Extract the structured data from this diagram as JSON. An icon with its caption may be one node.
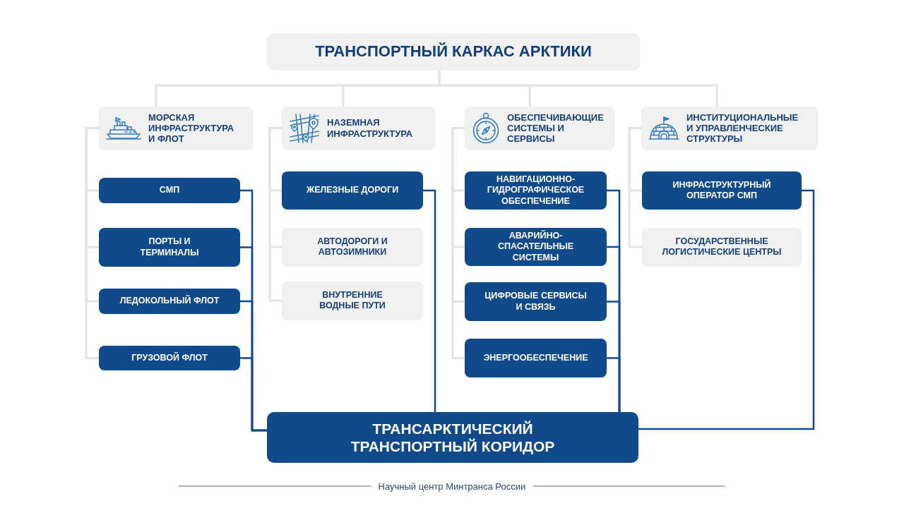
{
  "diagram": {
    "nodes": [
      {
        "text": [
          "ТРАНСПОРТНЫЙ КАРКАС АРКТИКИ"
        ]
      },
      {
        "text": [
          "МОРСКАЯ ИНФРАСТРУКТУРА И ФЛОТ"
        ]
      },
      {
        "text": [
          "НАЗЕМНАЯ ИНФРАСТРУКТУРА"
        ]
      },
      {
        "text": [
          "ОБЕСПЕЧИВАЮЩИЕ СИСТЕМЫ И СЕРВИСЫ"
        ]
      },
      {
        "text": [
          "ИНСТИТУЦИОНАЛЬНЫЕ И УПРАВЛЕНЧЕСКИЕ СТРУКТУРЫ"
        ]
      },
      {
        "text": [
          "СМП"
        ]
      },
      {
        "text": [
          "ПОРТЫ И ТЕРМИНАЛЫ"
        ]
      },
      {
        "text": [
          "ЛЕДОКОЛЬНЫЙ ФЛОТ"
        ]
      },
      {
        "text": [
          "ГРУЗОВОЙ ФЛОТ"
        ]
      },
      {
        "text": [
          "ЖЕЛЕЗНЫЕ ДОРОГИ"
        ]
      },
      {
        "text": [
          "АВТОДОРОГИ И АВТОЗИМНИКИ"
        ]
      },
      {
        "text": [
          "ВНУТРЕННИЕ ВОДНЫЕ ПУТИ"
        ]
      },
      {
        "text": [
          "НАВИГАЦИОННО-ГИДРОГРАФИЧЕСКОЕ ОБЕСПЕЧЕНИЕ"
        ]
      },
      {
        "text": [
          "АВАРИЙНО-СПАСАТЕЛЬНЫЕ СИСТЕМЫ"
        ]
      },
      {
        "text": [
          "ЦИФРОВЫЕ СЕРВИСЫ И СВЯЗЬ"
        ]
      },
      {
        "text": [
          "ЭНЕРГООБЕСПЕЧЕНИЕ"
        ]
      },
      {
        "text": [
          "ИНФРАСТРУКТУРНЫЙ ОПЕРАТОР СМП"
        ]
      },
      {
        "text": [
          "ГОСУДАРСТВЕННЫЕ ЛОГИСТИЧЕСКИЕ ЦЕНТРЫ"
        ]
      },
      {
        "text": [
          "ТРАНСАРКТИЧЕСКИЙ ТРАНСПОРТНЫЙ КОРИДОР"
        ]
      }
    ],
    "edges": [
      {
        "from": 0,
        "to": 1,
        "arrow": "none"
      },
      {
        "from": 0,
        "to": 2,
        "arrow": "none"
      },
      {
        "from": 0,
        "to": 3,
        "arrow": "none"
      },
      {
        "from": 0,
        "to": 4,
        "arrow": "none"
      },
      {
        "from": 1,
        "to": 5,
        "arrow": "none"
      },
      {
        "from": 1,
        "to": 6,
        "arrow": "none"
      },
      {
        "from": 1,
        "to": 7,
        "arrow": "none"
      },
      {
        "from": 1,
        "to": 8,
        "arrow": "none"
      },
      {
        "from": 2,
        "to": 9,
        "arrow": "none"
      },
      {
        "from": 2,
        "to": 10,
        "arrow": "none"
      },
      {
        "from": 2,
        "to": 11,
        "arrow": "none"
      },
      {
        "from": 3,
        "to": 12,
        "arrow": "none"
      },
      {
        "from": 3,
        "to": 13,
        "arrow": "none"
      },
      {
        "from": 3,
        "to": 14,
        "arrow": "none"
      },
      {
        "from": 3,
        "to": 15,
        "arrow": "none"
      },
      {
        "from": 4,
        "to": 16,
        "arrow": "none"
      },
      {
        "from": 4,
        "to": 17,
        "arrow": "none"
      },
      {
        "from": 5,
        "to": 18,
        "arrow": "none",
        "color": "#114a8b"
      },
      {
        "from": 6,
        "to": 18,
        "arrow": "none",
        "color": "#114a8b"
      },
      {
        "from": 7,
        "to": 18,
        "arrow": "none",
        "color": "#114a8b"
      },
      {
        "from": 8,
        "to": 18,
        "arrow": "none",
        "color": "#114a8b"
      },
      {
        "from": 9,
        "to": 18,
        "arrow": "none",
        "color": "#114a8b"
      },
      {
        "from": 12,
        "to": 18,
        "arrow": "none",
        "color": "#114a8b"
      },
      {
        "from": 13,
        "to": 18,
        "arrow": "none",
        "color": "#114a8b"
      },
      {
        "from": 14,
        "to": 18,
        "arrow": "none",
        "color": "#114a8b"
      },
      {
        "from": 15,
        "to": 18,
        "arrow": "none",
        "color": "#114a8b"
      },
      {
        "from": 16,
        "to": 18,
        "arrow": "none",
        "color": "#114a8b"
      }
    ],
    "labels": [
      "Научный центр Минтранса России"
    ]
  }
}
